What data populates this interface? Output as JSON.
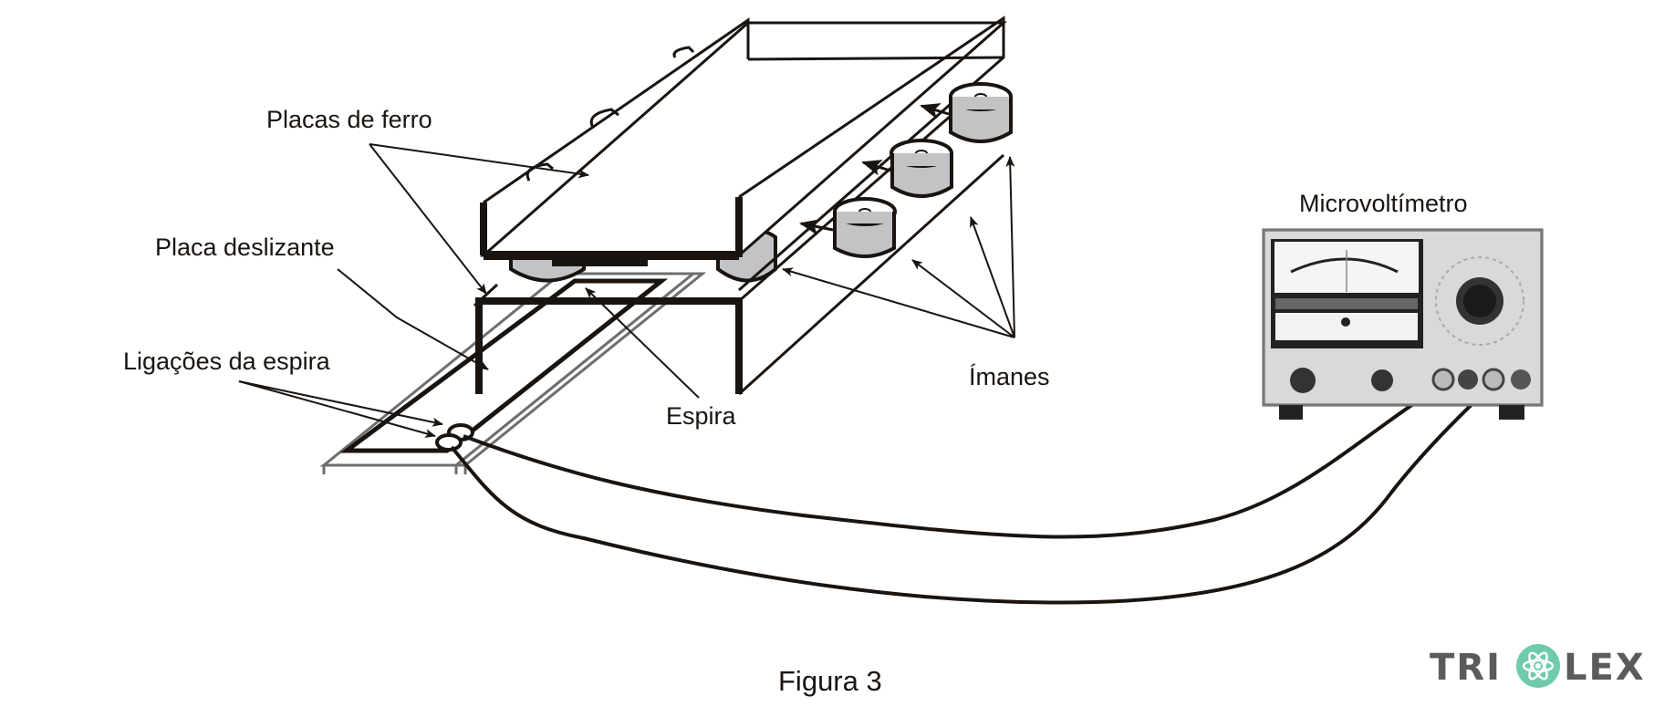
{
  "figure": {
    "caption": "Figura 3",
    "labels": {
      "iron_plates": "Placas de ferro",
      "sliding_plate": "Placa deslizante",
      "coil_connections": "Ligações da espira",
      "coil": "Espira",
      "magnets": "Ímanes",
      "microvoltmeter": "Microvoltímetro"
    },
    "magnet_count": 3
  },
  "logo": {
    "text_left": "TRI",
    "text_right": "LEX",
    "accent_color": "#6fcbac",
    "text_color": "#5b5b5b"
  },
  "colors": {
    "line": "#1a1410",
    "magnet_fill": "#c3c3c6",
    "rail_gray": "#6e6e6e"
  }
}
